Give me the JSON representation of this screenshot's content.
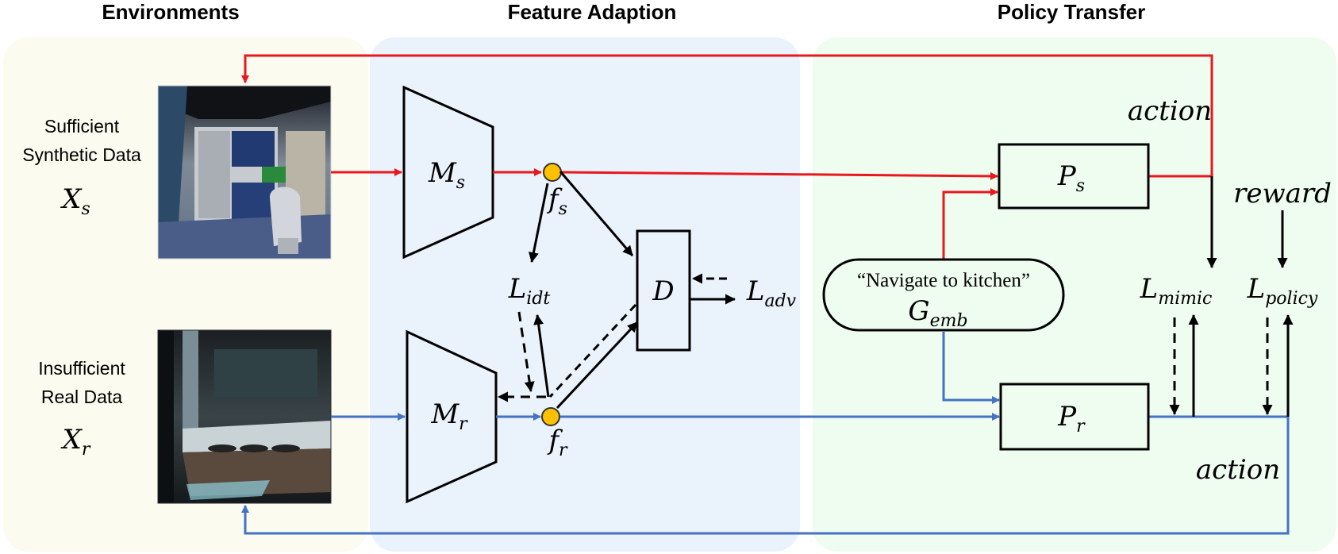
{
  "headers": {
    "environments": "Environments",
    "feature_adaption": "Feature Adaption",
    "policy_transfer": "Policy Transfer"
  },
  "synthetic": {
    "line1": "Sufficient",
    "line2": "Synthetic Data",
    "var": "X",
    "sub": "s"
  },
  "real": {
    "line1": "Insufficient",
    "line2": "Real Data",
    "var": "X",
    "sub": "r"
  },
  "encoders": {
    "ms_var": "M",
    "ms_sub": "s",
    "mr_var": "M",
    "mr_sub": "r"
  },
  "features": {
    "fs_var": "f",
    "fs_sub": "s",
    "fr_var": "f",
    "fr_sub": "r"
  },
  "discriminator": {
    "label": "D"
  },
  "losses": {
    "idt_var": "L",
    "idt_sub": "idt",
    "adv_var": "L",
    "adv_sub": "adv",
    "mimic_var": "L",
    "mimic_sub": "mimic",
    "policy_var": "L",
    "policy_sub": "policy"
  },
  "policies": {
    "ps_var": "P",
    "ps_sub": "s",
    "pr_var": "P",
    "pr_sub": "r"
  },
  "goal": {
    "text": "“Navigate to kitchen”",
    "var": "G",
    "sub": "emb"
  },
  "signals": {
    "action_top": "action",
    "action_bottom": "action",
    "reward": "reward"
  },
  "colors": {
    "synthetic_path": "#e8181c",
    "real_path": "#4472c4",
    "feature_node": "#ffc000",
    "env_bg": "#fbfbef",
    "feature_bg": "#eaf2fb",
    "policy_bg": "#effcf0"
  }
}
